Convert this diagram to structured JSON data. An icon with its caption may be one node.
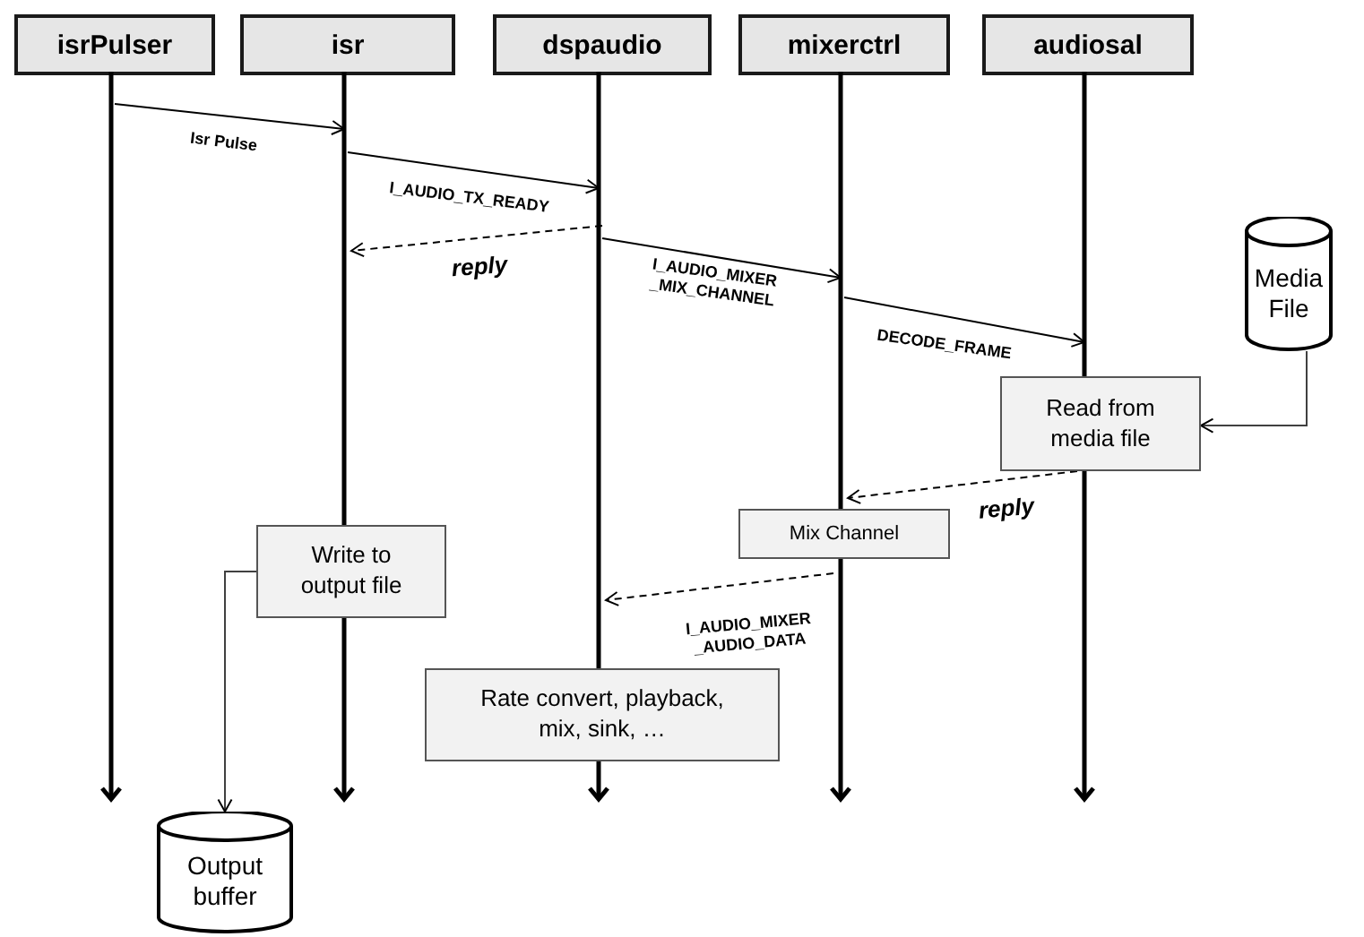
{
  "diagram": {
    "nodes": [
      {
        "text": [
          "isrPulser"
        ]
      },
      {
        "text": [
          "isr"
        ]
      },
      {
        "text": [
          "dspaudio"
        ]
      },
      {
        "text": [
          "mixerctrl"
        ]
      },
      {
        "text": [
          "audiosal"
        ]
      },
      {
        "text": [
          "Media File"
        ]
      },
      {
        "text": [
          "Read from media file"
        ],
        "in": 4
      },
      {
        "text": [
          "Mix Channel"
        ],
        "in": 3
      },
      {
        "text": [
          "Write to output file"
        ],
        "in": 1
      },
      {
        "text": [
          "Rate convert, playback, mix, sink, …"
        ]
      },
      {
        "text": [
          "Output buffer"
        ]
      }
    ],
    "edges": [
      {
        "from": 0,
        "to": 1,
        "arrow": "to",
        "label": "Isr Pulse"
      },
      {
        "from": 1,
        "to": 2,
        "arrow": "to",
        "label": "I_AUDIO_TX_READY"
      },
      {
        "from": 2,
        "to": 1,
        "arrow": "to",
        "label": "reply",
        "style": "dashed"
      },
      {
        "from": 2,
        "to": 3,
        "arrow": "to",
        "label": "I_AUDIO_MIXER _MIX_CHANNEL"
      },
      {
        "from": 3,
        "to": 6,
        "arrow": "to",
        "label": "DECODE_FRAME"
      },
      {
        "from": 5,
        "to": 6,
        "arrow": "to"
      },
      {
        "from": 6,
        "to": 7,
        "arrow": "to",
        "label": "reply",
        "style": "dashed"
      },
      {
        "from": 7,
        "to": 2,
        "arrow": "to",
        "label": "I_AUDIO_MIXER _AUDIO_DATA",
        "style": "dashed"
      },
      {
        "from": 8,
        "to": 10,
        "arrow": "to"
      }
    ]
  }
}
